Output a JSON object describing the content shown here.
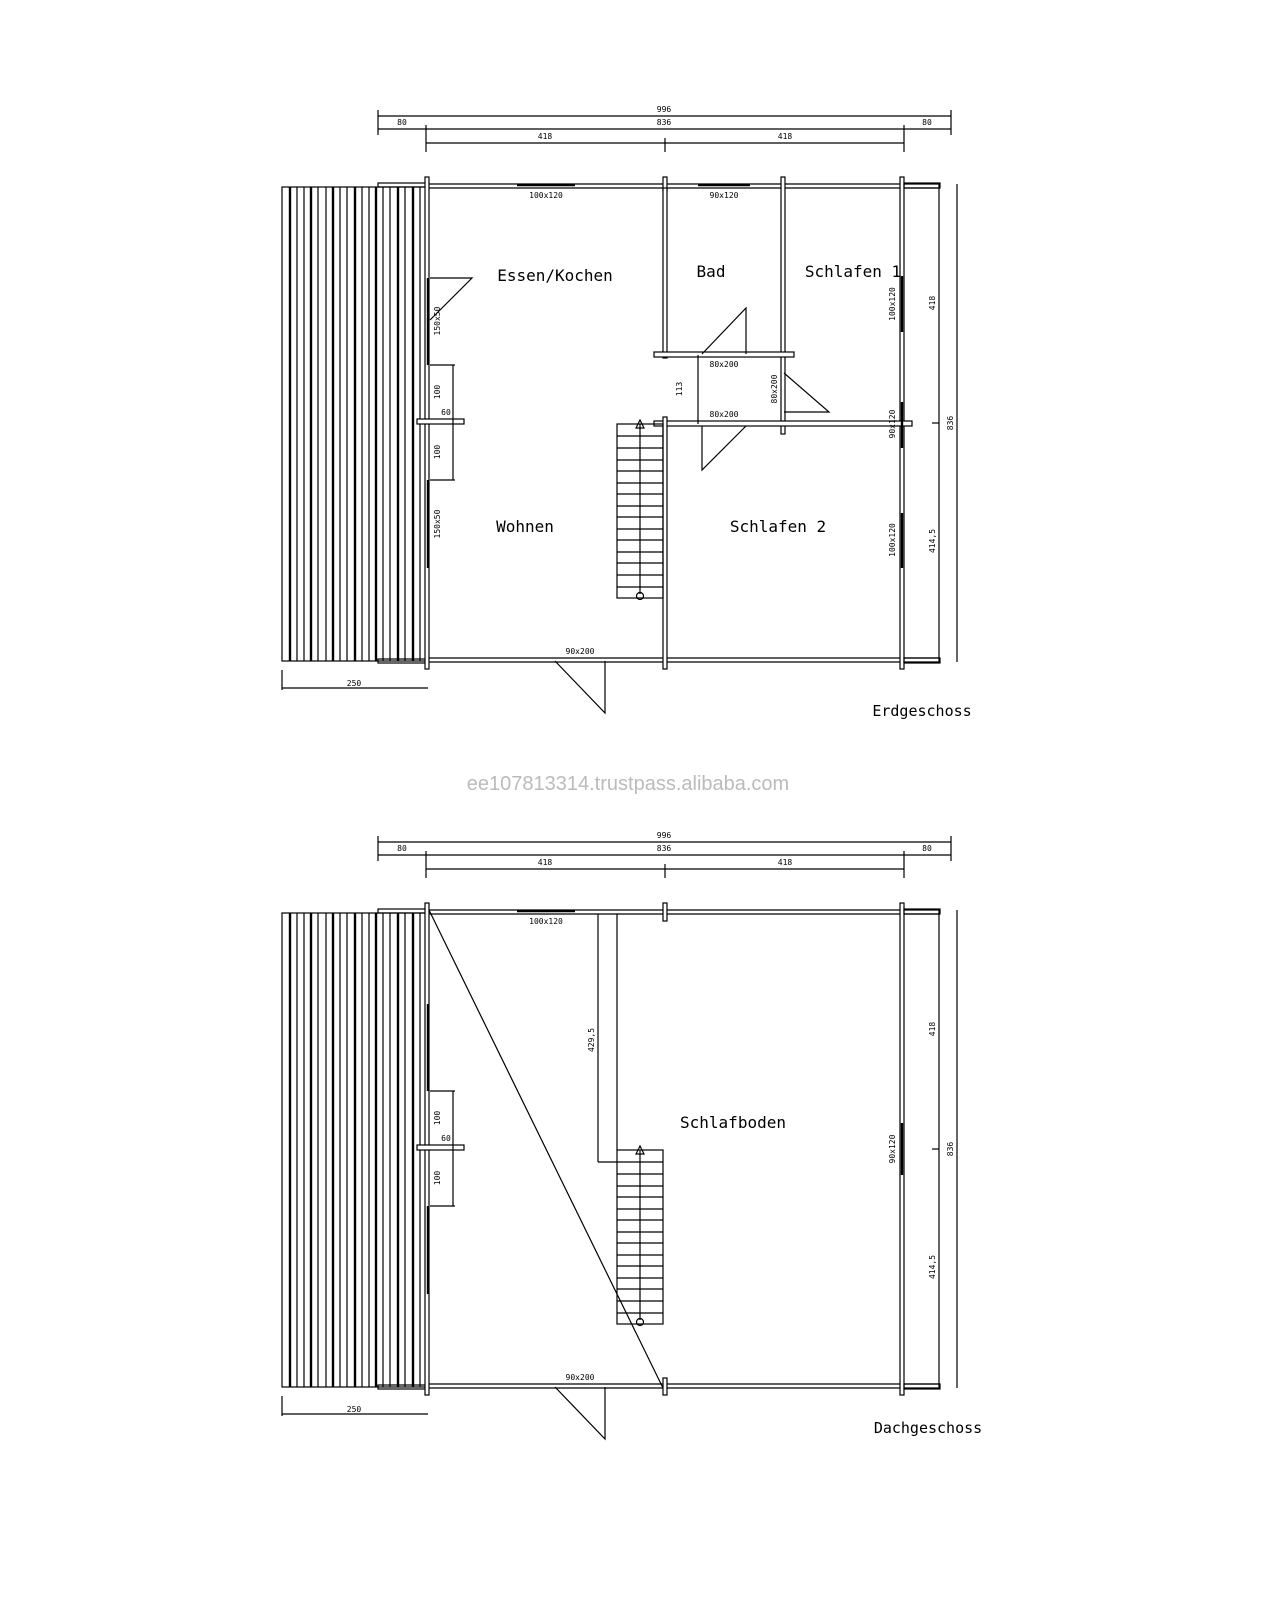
{
  "watermark": "ee107813314.trustpass.alibaba.com",
  "floors": [
    {
      "name": "Erdgeschoss",
      "dims_top": {
        "total": "996",
        "left_overhang": "80",
        "body": "836",
        "right_overhang": "80",
        "half_left": "418",
        "half_right": "418"
      },
      "dims_right": {
        "upper": "418",
        "lower": "414,5",
        "total": "836"
      },
      "dims_bottom": {
        "terrace": "250"
      },
      "dims_left": {
        "upper": "100",
        "mid": "60",
        "lower": "100"
      },
      "rooms": [
        {
          "label": "Essen/Kochen"
        },
        {
          "label": "Bad"
        },
        {
          "label": "Schlafen 1"
        },
        {
          "label": "Wohnen"
        },
        {
          "label": "Schlafen 2"
        }
      ],
      "openings": {
        "win_top_left": "100x120",
        "win_top_bad": "90x120",
        "win_left_upper": "150x50",
        "win_left_lower": "150x50",
        "win_right_upper": "100x120",
        "win_right_mid": "90x120",
        "win_right_lower": "100x120",
        "door_bad": "80x200",
        "door_schlafen1": "80x200",
        "door_schlafen2": "80x200",
        "door_entry": "90x200",
        "corridor_width": "113"
      }
    },
    {
      "name": "Dachgeschoss",
      "dims_top": {
        "total": "996",
        "left_overhang": "80",
        "body": "836",
        "right_overhang": "80",
        "half_left": "418",
        "half_right": "418"
      },
      "dims_right": {
        "upper": "418",
        "lower": "414,5",
        "total": "836"
      },
      "dims_bottom": {
        "terrace": "250"
      },
      "dims_left": {
        "upper": "100",
        "mid": "60",
        "lower": "100"
      },
      "rooms": [
        {
          "label": "Schlafboden"
        }
      ],
      "openings": {
        "win_top_left": "100x120",
        "win_right_mid": "90x120",
        "door_entry": "90x200",
        "gallery_length": "429,5"
      }
    }
  ]
}
